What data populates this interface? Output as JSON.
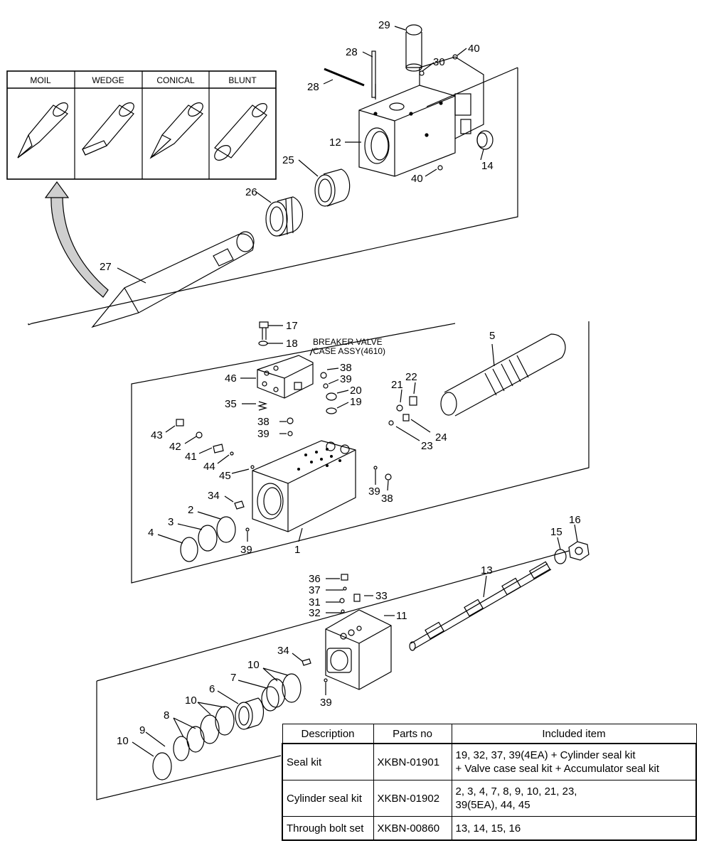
{
  "tool_types": [
    {
      "label": "MOIL"
    },
    {
      "label": "WEDGE"
    },
    {
      "label": "CONICAL"
    },
    {
      "label": "BLUNT"
    }
  ],
  "part_numbers": [
    "1",
    "2",
    "3",
    "4",
    "5",
    "6",
    "7",
    "8",
    "9",
    "10",
    "11",
    "12",
    "13",
    "14",
    "15",
    "16",
    "17",
    "18",
    "19",
    "20",
    "21",
    "22",
    "23",
    "24",
    "25",
    "26",
    "27",
    "28",
    "29",
    "30",
    "31",
    "32",
    "33",
    "34",
    "35",
    "36",
    "37",
    "38",
    "39",
    "40",
    "41",
    "42",
    "43",
    "44",
    "45",
    "46"
  ],
  "callouts": {
    "p29": "29",
    "p28a": "28",
    "p28b": "28",
    "p30": "30",
    "p40a": "40",
    "p40b": "40",
    "p12": "12",
    "p14": "14",
    "p25": "25",
    "p26": "26",
    "p27": "27",
    "p17": "17",
    "p18": "18",
    "p46": "46",
    "p35": "35",
    "p5": "5",
    "p38a": "38",
    "p39a": "39",
    "p20": "20",
    "p19": "19",
    "p21": "21",
    "p22": "22",
    "p38b": "38",
    "p39b": "39",
    "p24": "24",
    "p23": "23",
    "p43": "43",
    "p42": "42",
    "p41": "41",
    "p44": "44",
    "p45": "45",
    "p34a": "34",
    "p39c": "39",
    "p38c": "38",
    "p2": "2",
    "p3": "3",
    "p4": "4",
    "p39d": "39",
    "p1": "1",
    "p15": "15",
    "p16": "16",
    "p13": "13",
    "p36": "36",
    "p37": "37",
    "p33": "33",
    "p31": "31",
    "p32": "32",
    "p11": "11",
    "p34b": "34",
    "p10a": "10",
    "p7": "7",
    "p6": "6",
    "p10b": "10",
    "p8": "8",
    "p9": "9",
    "p10c": "10",
    "p39e": "39"
  },
  "annotations": {
    "breaker_valve_line1": "BREAKER VALVE",
    "breaker_valve_line2": "CASE ASSY(4610)"
  },
  "kit_table": {
    "headers": [
      "Description",
      "Parts no",
      "Included item"
    ],
    "rows": [
      {
        "description": "Seal kit",
        "parts_no": "XKBN-01901",
        "included_line1": "19, 32, 37, 39(4EA) + Cylinder seal kit",
        "included_line2": "+ Valve case seal kit + Accumulator seal kit"
      },
      {
        "description": "Cylinder seal kit",
        "parts_no": "XKBN-01902",
        "included_line1": "2, 3, 4, 7, 8, 9, 10, 21, 23,",
        "included_line2": "39(5EA), 44, 45"
      },
      {
        "description": "Through bolt set",
        "parts_no": "XKBN-00860",
        "included_line1": "13, 14, 15, 16",
        "included_line2": ""
      }
    ]
  }
}
